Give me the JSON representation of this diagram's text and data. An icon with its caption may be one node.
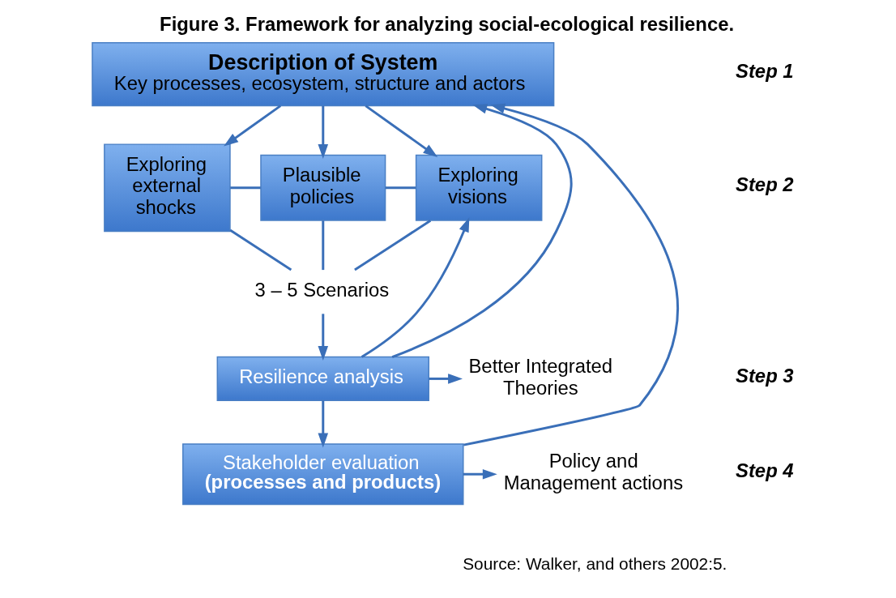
{
  "diagram": {
    "title": "Figure 3. Framework for analyzing social-ecological resilience.",
    "caption": "Source: Walker, and others 2002:5.",
    "nodes": [
      {
        "text": [
          "Description of System",
          "Key processes, ecosystem, structure and actors"
        ]
      },
      {
        "text": [
          "Exploring external shocks"
        ]
      },
      {
        "text": [
          "Plausible policies"
        ]
      },
      {
        "text": [
          "Exploring visions"
        ]
      },
      {
        "text": [
          "3 – 5 Scenarios"
        ]
      },
      {
        "text": [
          "Resilience analysis"
        ]
      },
      {
        "text": [
          "Better Integrated Theories"
        ]
      },
      {
        "text": [
          "Stakeholder evaluation",
          "(processes and products)"
        ]
      },
      {
        "text": [
          "Policy and Management actions"
        ]
      }
    ],
    "edges": [
      {
        "from": 0,
        "to": 1,
        "arrow": "to"
      },
      {
        "from": 0,
        "to": 2,
        "arrow": "to"
      },
      {
        "from": 0,
        "to": 3,
        "arrow": "to"
      },
      {
        "from": 1,
        "to": 2,
        "arrow": "none"
      },
      {
        "from": 2,
        "to": 3,
        "arrow": "none"
      },
      {
        "from": 1,
        "to": 4,
        "arrow": "none"
      },
      {
        "from": 2,
        "to": 4,
        "arrow": "none"
      },
      {
        "from": 3,
        "to": 4,
        "arrow": "none"
      },
      {
        "from": 4,
        "to": 5,
        "arrow": "to"
      },
      {
        "from": 5,
        "to": 3,
        "arrow": "to"
      },
      {
        "from": 5,
        "to": 0,
        "arrow": "to"
      },
      {
        "from": 5,
        "to": 6,
        "arrow": "to"
      },
      {
        "from": 5,
        "to": 7,
        "arrow": "to"
      },
      {
        "from": 7,
        "to": 0,
        "arrow": "to"
      },
      {
        "from": 7,
        "to": 8,
        "arrow": "to"
      }
    ],
    "labels": [
      "Step 1",
      "Step 2",
      "Step 3",
      "Step 4"
    ]
  }
}
